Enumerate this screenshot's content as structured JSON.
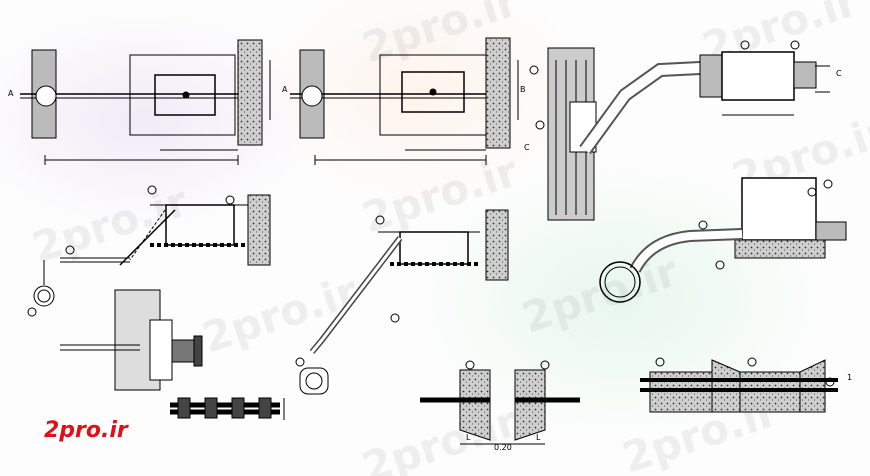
{
  "watermark": "2pro.ir",
  "logo": "2pro.ir",
  "labels": {
    "a_left": "A",
    "a_mid": "A",
    "b_right": "B",
    "c_left": "C",
    "c_right": "C",
    "one": "1",
    "l_left": "L",
    "l_right": "L",
    "spacing": "0.20"
  }
}
